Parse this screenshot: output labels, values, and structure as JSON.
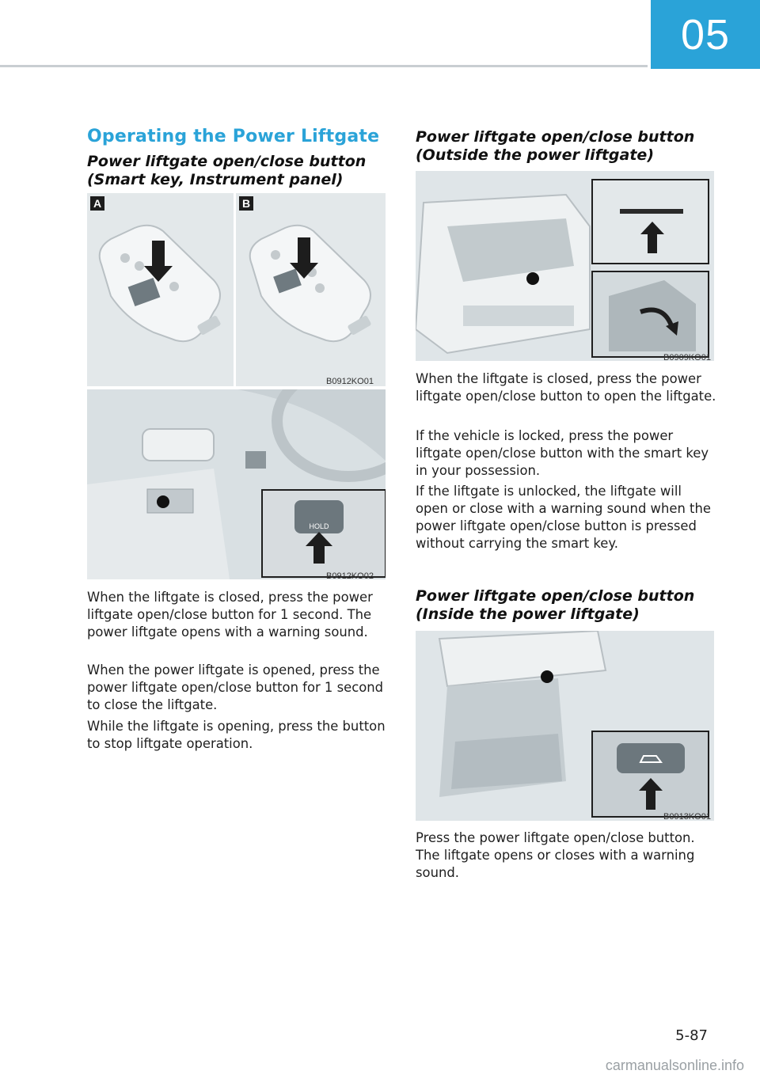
{
  "header": {
    "chapter": "05"
  },
  "left": {
    "section_title": "Operating the Power Liftgate",
    "subhead": "Power liftgate open/close button (Smart key, Instrument panel)",
    "figure1": {
      "badge_a": "A",
      "badge_b": "B",
      "code": "B0912KO01"
    },
    "figure2": {
      "button_label": "HOLD",
      "code": "B0912KO02"
    },
    "paragraphs": [
      "When the liftgate is closed, press the power liftgate open/close button for 1 second. The power liftgate opens with a warning sound.",
      "When the power liftgate is opened, press the power liftgate open/close button for 1 second to close the liftgate.",
      "While the liftgate is opening, press the button to stop liftgate operation."
    ]
  },
  "right": {
    "subhead1": "Power liftgate open/close button (Outside the power liftgate)",
    "figure3": {
      "code": "B0909KO01"
    },
    "paragraphs1": [
      "When the liftgate is closed, press the power liftgate open/close button to open the liftgate.",
      "If the vehicle is locked, press the power liftgate open/close button with the smart key in your possession.",
      "If the liftgate is unlocked, the liftgate will open or close with a warning sound when the power liftgate open/close button is pressed without carrying the smart key."
    ],
    "subhead2": "Power liftgate open/close button (Inside the power liftgate)",
    "figure4": {
      "code": "B0913KO01"
    },
    "paragraphs2": [
      "Press the power liftgate open/close button. The liftgate opens or closes with a warning sound."
    ]
  },
  "footer": {
    "page_number": "5-87",
    "watermark": "carmanualsonline.info"
  }
}
